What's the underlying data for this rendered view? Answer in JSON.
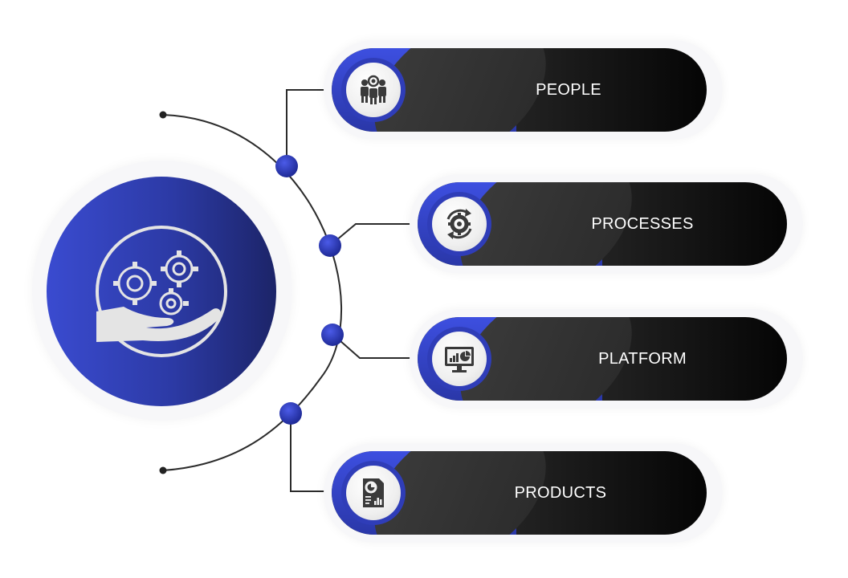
{
  "items": [
    {
      "label": "PEOPLE",
      "icon": "people-search-icon"
    },
    {
      "label": "PROCESSES",
      "icon": "gear-cycle-icon"
    },
    {
      "label": "PLATFORM",
      "icon": "analytics-monitor-icon"
    },
    {
      "label": "PRODUCTS",
      "icon": "report-document-icon"
    }
  ],
  "hub": {
    "icon": "hand-with-gears-icon"
  },
  "colors": {
    "accent_blue": "#2f3db8",
    "pill_dark": "#1f1f1f",
    "connector_line": "#2b2b2b",
    "node_blue": "#2330b0"
  }
}
